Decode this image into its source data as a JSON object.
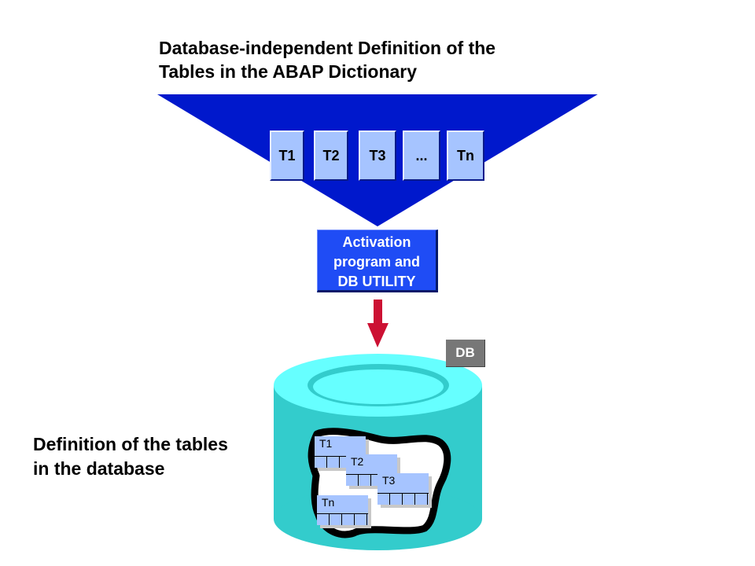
{
  "diagram": {
    "top_title": [
      "Database-independent Definition of the",
      "Tables in the ABAP Dictionary"
    ],
    "dictionary_tables": [
      "T1",
      "T2",
      "T3",
      "...",
      "Tn"
    ],
    "activation_box": [
      "Activation",
      "program and",
      "DB UTILITY"
    ],
    "db_tag": "DB",
    "bottom_caption": [
      "Definition of the tables",
      "in the database"
    ],
    "db_tables": [
      "T1",
      "T2",
      "T3",
      "Tn"
    ],
    "colors": {
      "funnel": "#0018cc",
      "table_fill": "#a6c4ff",
      "activation_fill": "#1f4cf5",
      "arrow": "#cc1133",
      "cylinder_top": "#66ffff",
      "cylinder_side": "#33cccc",
      "db_tag": "#777777"
    }
  }
}
